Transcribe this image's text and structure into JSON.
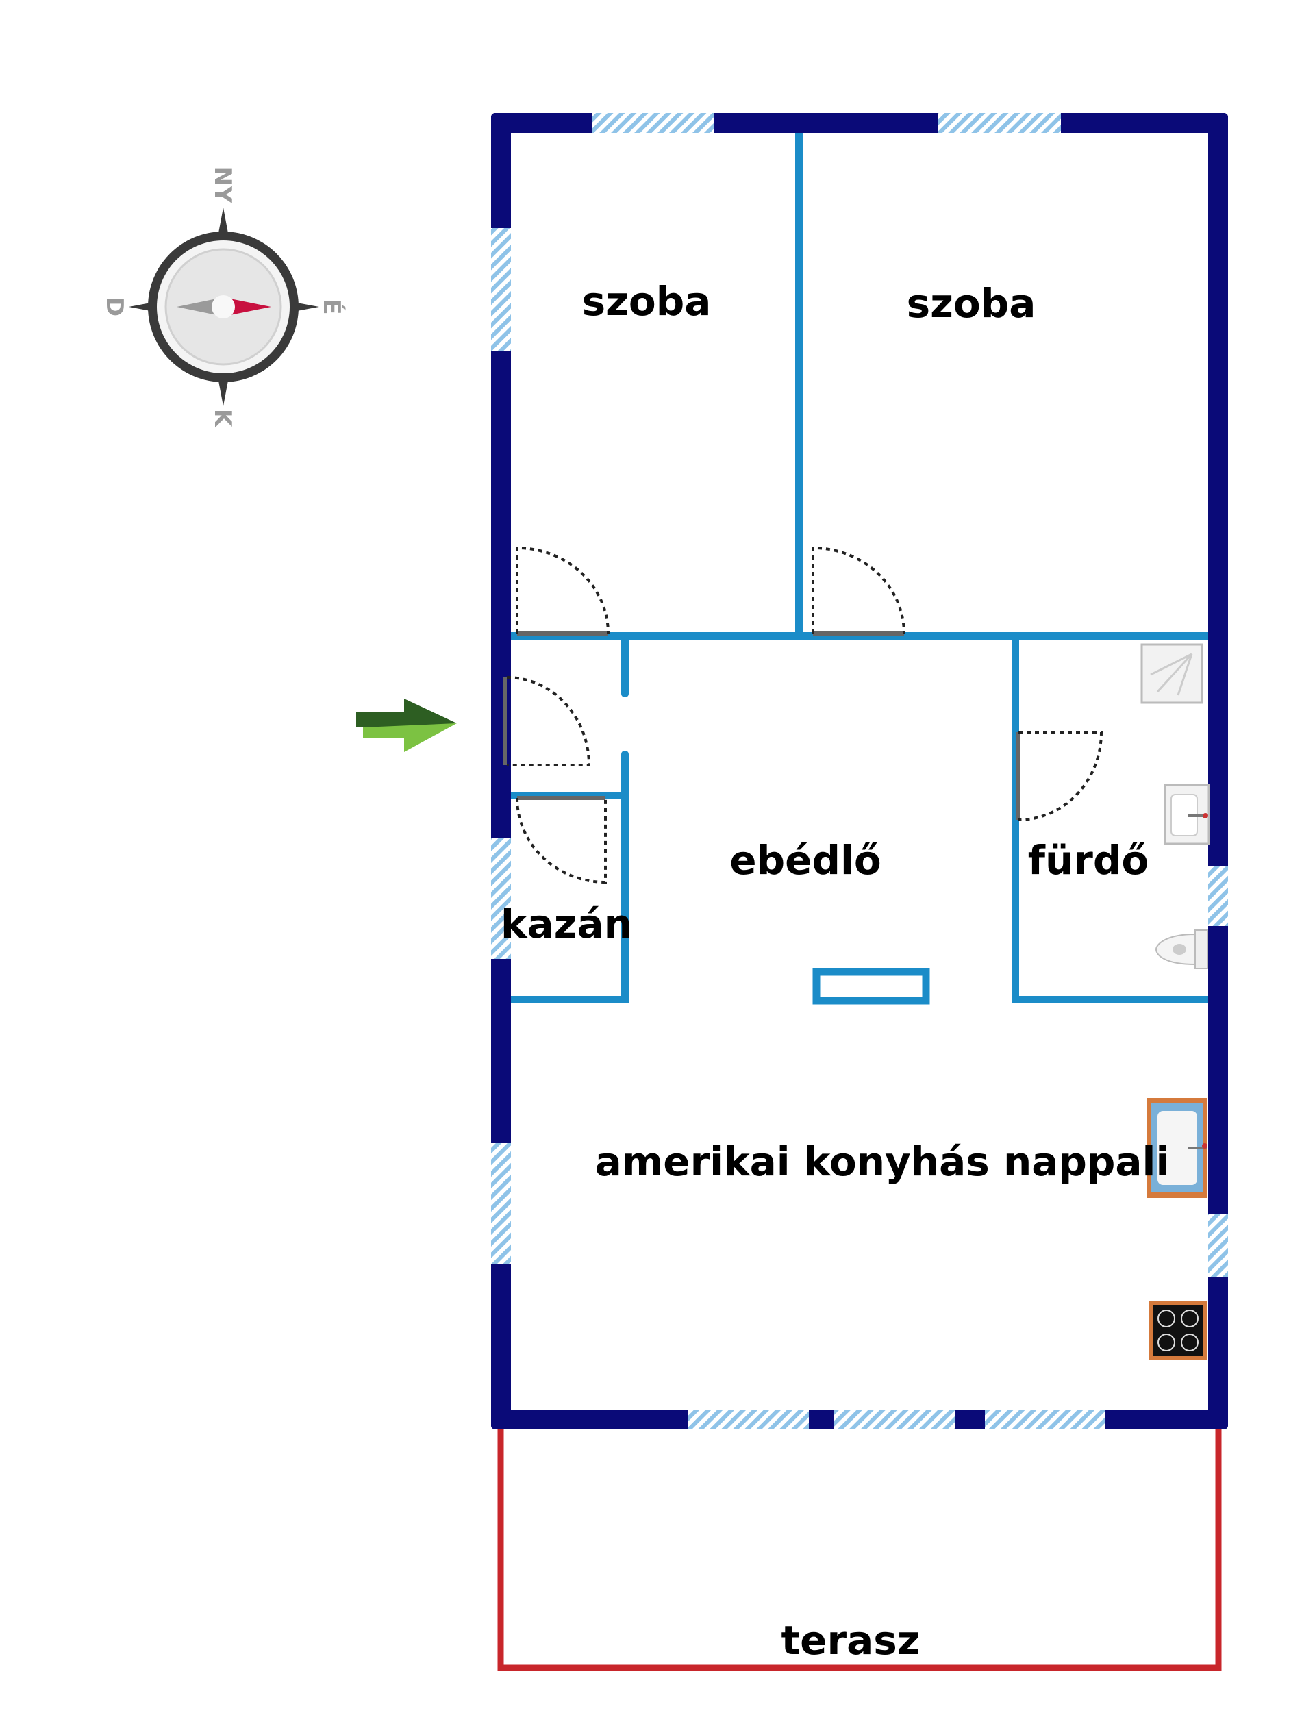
{
  "compass": {
    "north": "NY",
    "east": "É",
    "south": "K",
    "west": "D"
  },
  "rooms": {
    "room1": "szoba",
    "room2": "szoba",
    "dining": "ebédlő",
    "bathroom": "fürdő",
    "boiler": "kazán",
    "living": "amerikai konyhás nappali",
    "terrace": "terasz"
  },
  "colors": {
    "outer_wall": "#0a0a78",
    "inner_wall": "#1b8cc8",
    "terrace_line": "#c8262b",
    "window": "#8fc3e8",
    "entrance_arrow": "#3c8c2c"
  }
}
